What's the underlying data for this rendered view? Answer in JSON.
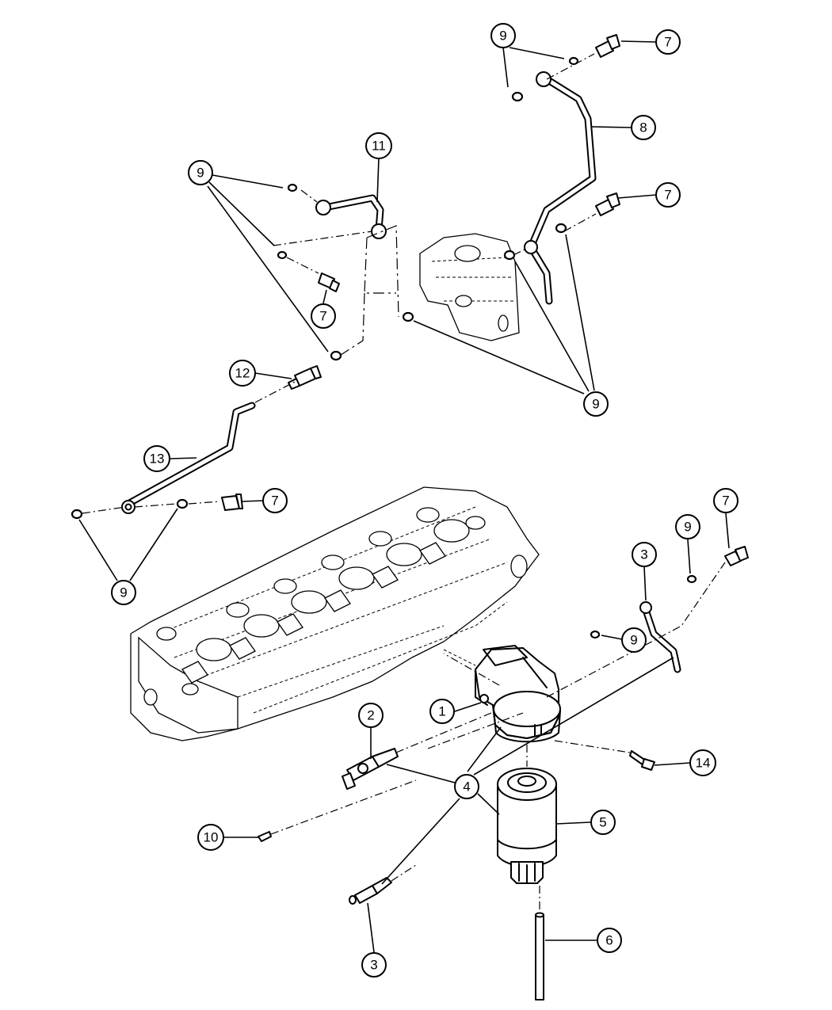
{
  "diagram": {
    "callouts": {
      "c1": "1",
      "c2": "2",
      "c3a": "3",
      "c3b": "3",
      "c4": "4",
      "c5": "5",
      "c6": "6",
      "c7a": "7",
      "c7b": "7",
      "c7c": "7",
      "c7d": "7",
      "c7e": "7",
      "c8": "8",
      "c9a": "9",
      "c9b": "9",
      "c9c": "9",
      "c9d": "9",
      "c9e": "9",
      "c9f": "9",
      "c10": "10",
      "c11": "11",
      "c12": "12",
      "c13": "13",
      "c14": "14"
    }
  }
}
